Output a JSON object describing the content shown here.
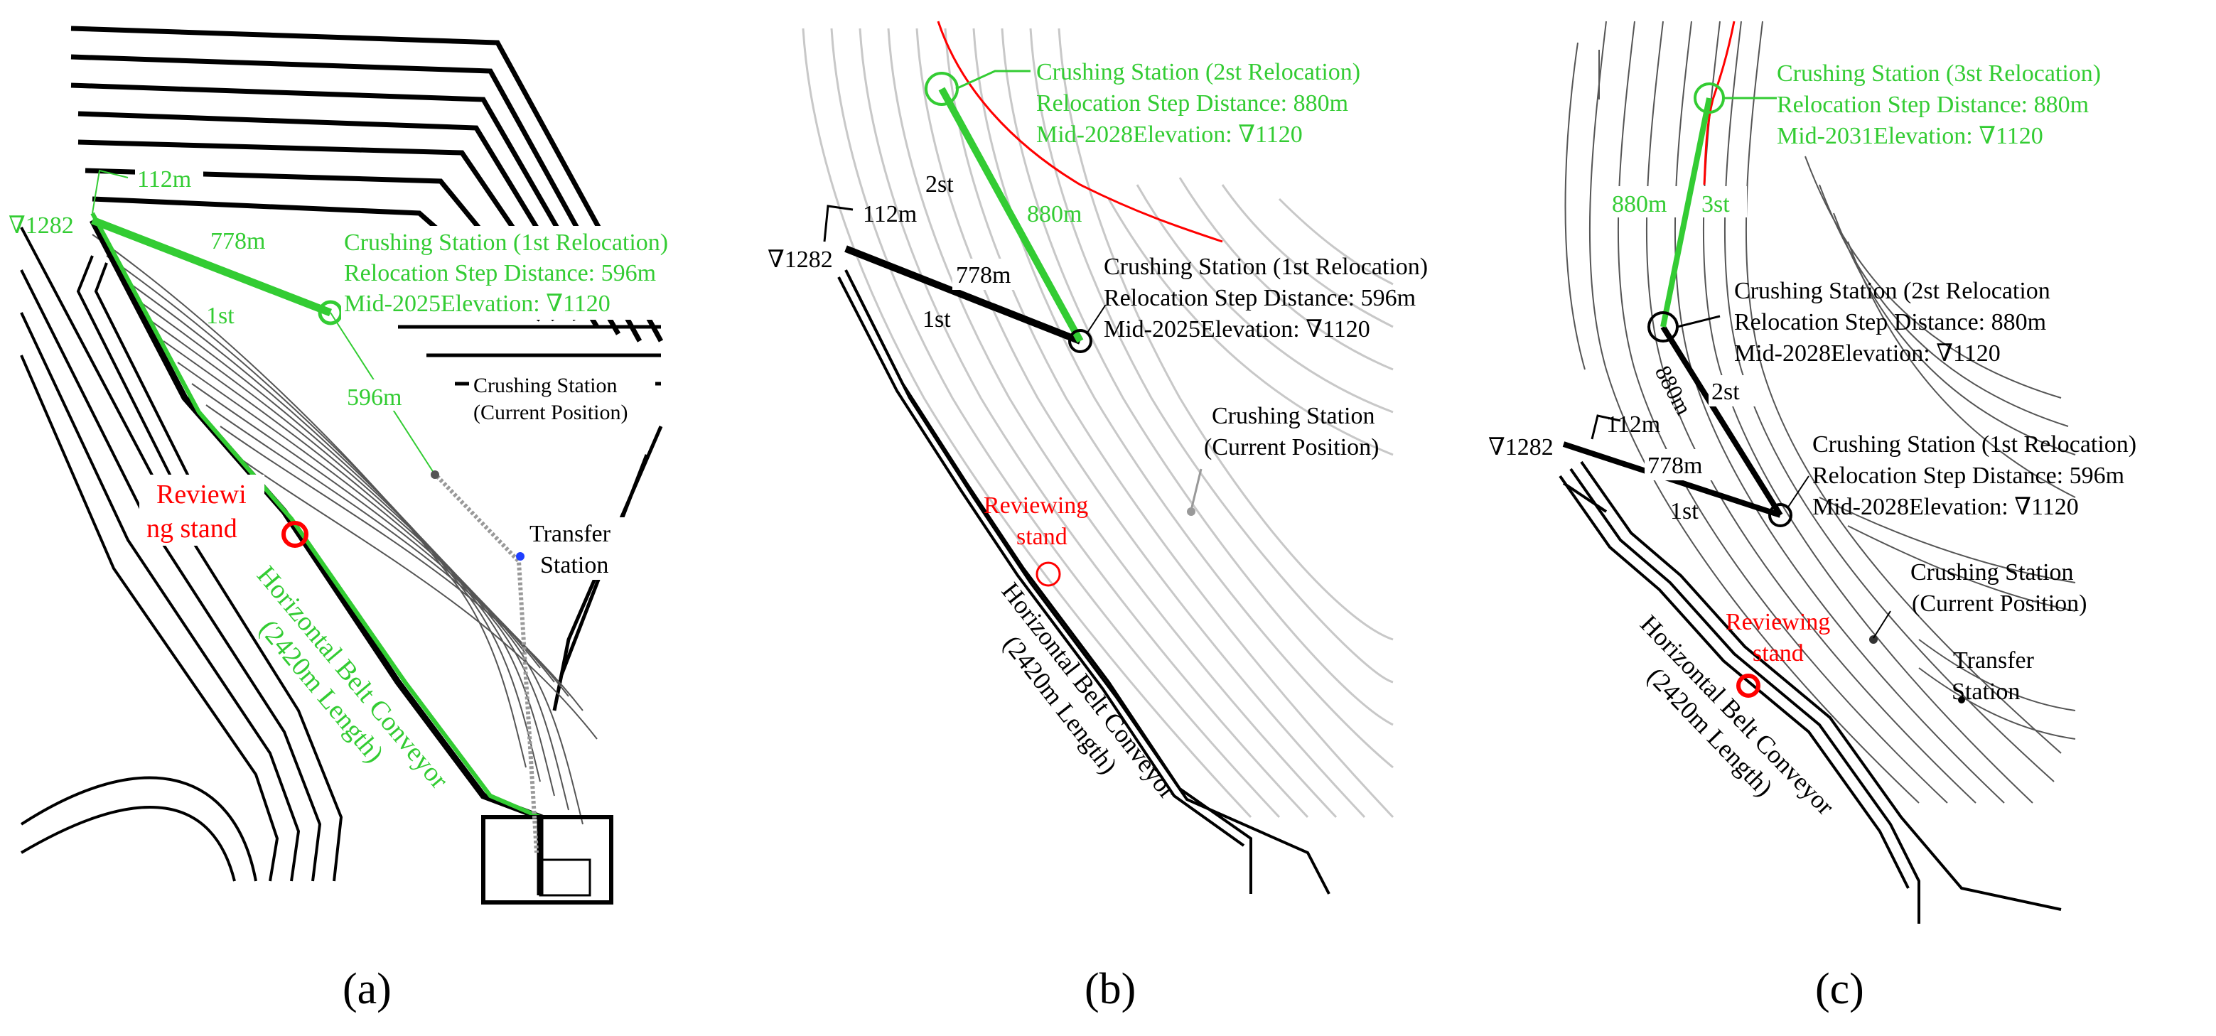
{
  "colors": {
    "green": "#33cc33",
    "red": "#ff0000",
    "black": "#000000",
    "contour_dark": "#555555",
    "contour_light": "#c8c8c8",
    "blue": "#1f3fff"
  },
  "panel_a": {
    "caption": "(a)",
    "elev_1282": "∇1282",
    "dist_112": "112m",
    "dist_778": "778m",
    "dist_596": "596m",
    "step_1st": "1st",
    "reloc1_line1": "Crushing Station (1st Relocation)",
    "reloc1_line2": "Relocation Step Distance: 596m",
    "reloc1_line3": "Mid-2025Elevation: ∇1120",
    "current_line1": "Crushing Station",
    "current_line2": "(Current Position)",
    "transfer_line1": "Transfer",
    "transfer_line2": "Station",
    "review_line1": "Reviewi",
    "review_line2": "ng stand",
    "belt_line1": "Horizontal Belt Conveyor",
    "belt_line2": "(2420m Length)"
  },
  "panel_b": {
    "caption": "(b)",
    "reloc2_line1": "Crushing Station (2st Relocation)",
    "reloc2_line2": "Relocation Step Distance: 880m",
    "reloc2_line3": "Mid-2028Elevation: ∇1120",
    "step_2st": "2st",
    "dist_880": "880m",
    "elev_1282": "∇1282",
    "dist_112": "112m",
    "dist_778": "778m",
    "step_1st": "1st",
    "reloc1_line1": "Crushing Station (1st Relocation)",
    "reloc1_line2": "Relocation Step Distance: 596m",
    "reloc1_line3": "Mid-2025Elevation: ∇1120",
    "current_line1": "Crushing Station",
    "current_line2": "(Current Position)",
    "review_line1": "Reviewing",
    "review_line2": "stand",
    "belt_line1": "Horizontal Belt Conveyor",
    "belt_line2": "(2420m Length)"
  },
  "panel_c": {
    "caption": "(c)",
    "reloc3_line1": "Crushing Station (3st Relocation)",
    "reloc3_line2": "Relocation Step Distance: 880m",
    "reloc3_line3": "Mid-2031Elevation: ∇1120",
    "dist_880_green": "880m",
    "step_3st": "3st",
    "reloc2_line1": "Crushing Station (2st Relocation",
    "reloc2_line2": "Relocation Step Distance: 880m",
    "reloc2_line3": "Mid-2028Elevation: ∇1120",
    "dist_880": "880m",
    "step_2st": "2st",
    "elev_1282": "∇1282",
    "dist_112": "112m",
    "dist_778": "778m",
    "step_1st": "1st",
    "reloc1_line1": "Crushing Station (1st Relocation)",
    "reloc1_line2": "Relocation Step Distance: 596m",
    "reloc1_line3": "Mid-2028Elevation: ∇1120",
    "current_line1": "Crushing Station",
    "current_line2": "(Current Position)",
    "transfer_line1": "Transfer",
    "transfer_line2": "Station",
    "review_line1": "Reviewing",
    "review_line2": "stand",
    "belt_line1": "Horizontal Belt Conveyor",
    "belt_line2": "(2420m Length)"
  }
}
